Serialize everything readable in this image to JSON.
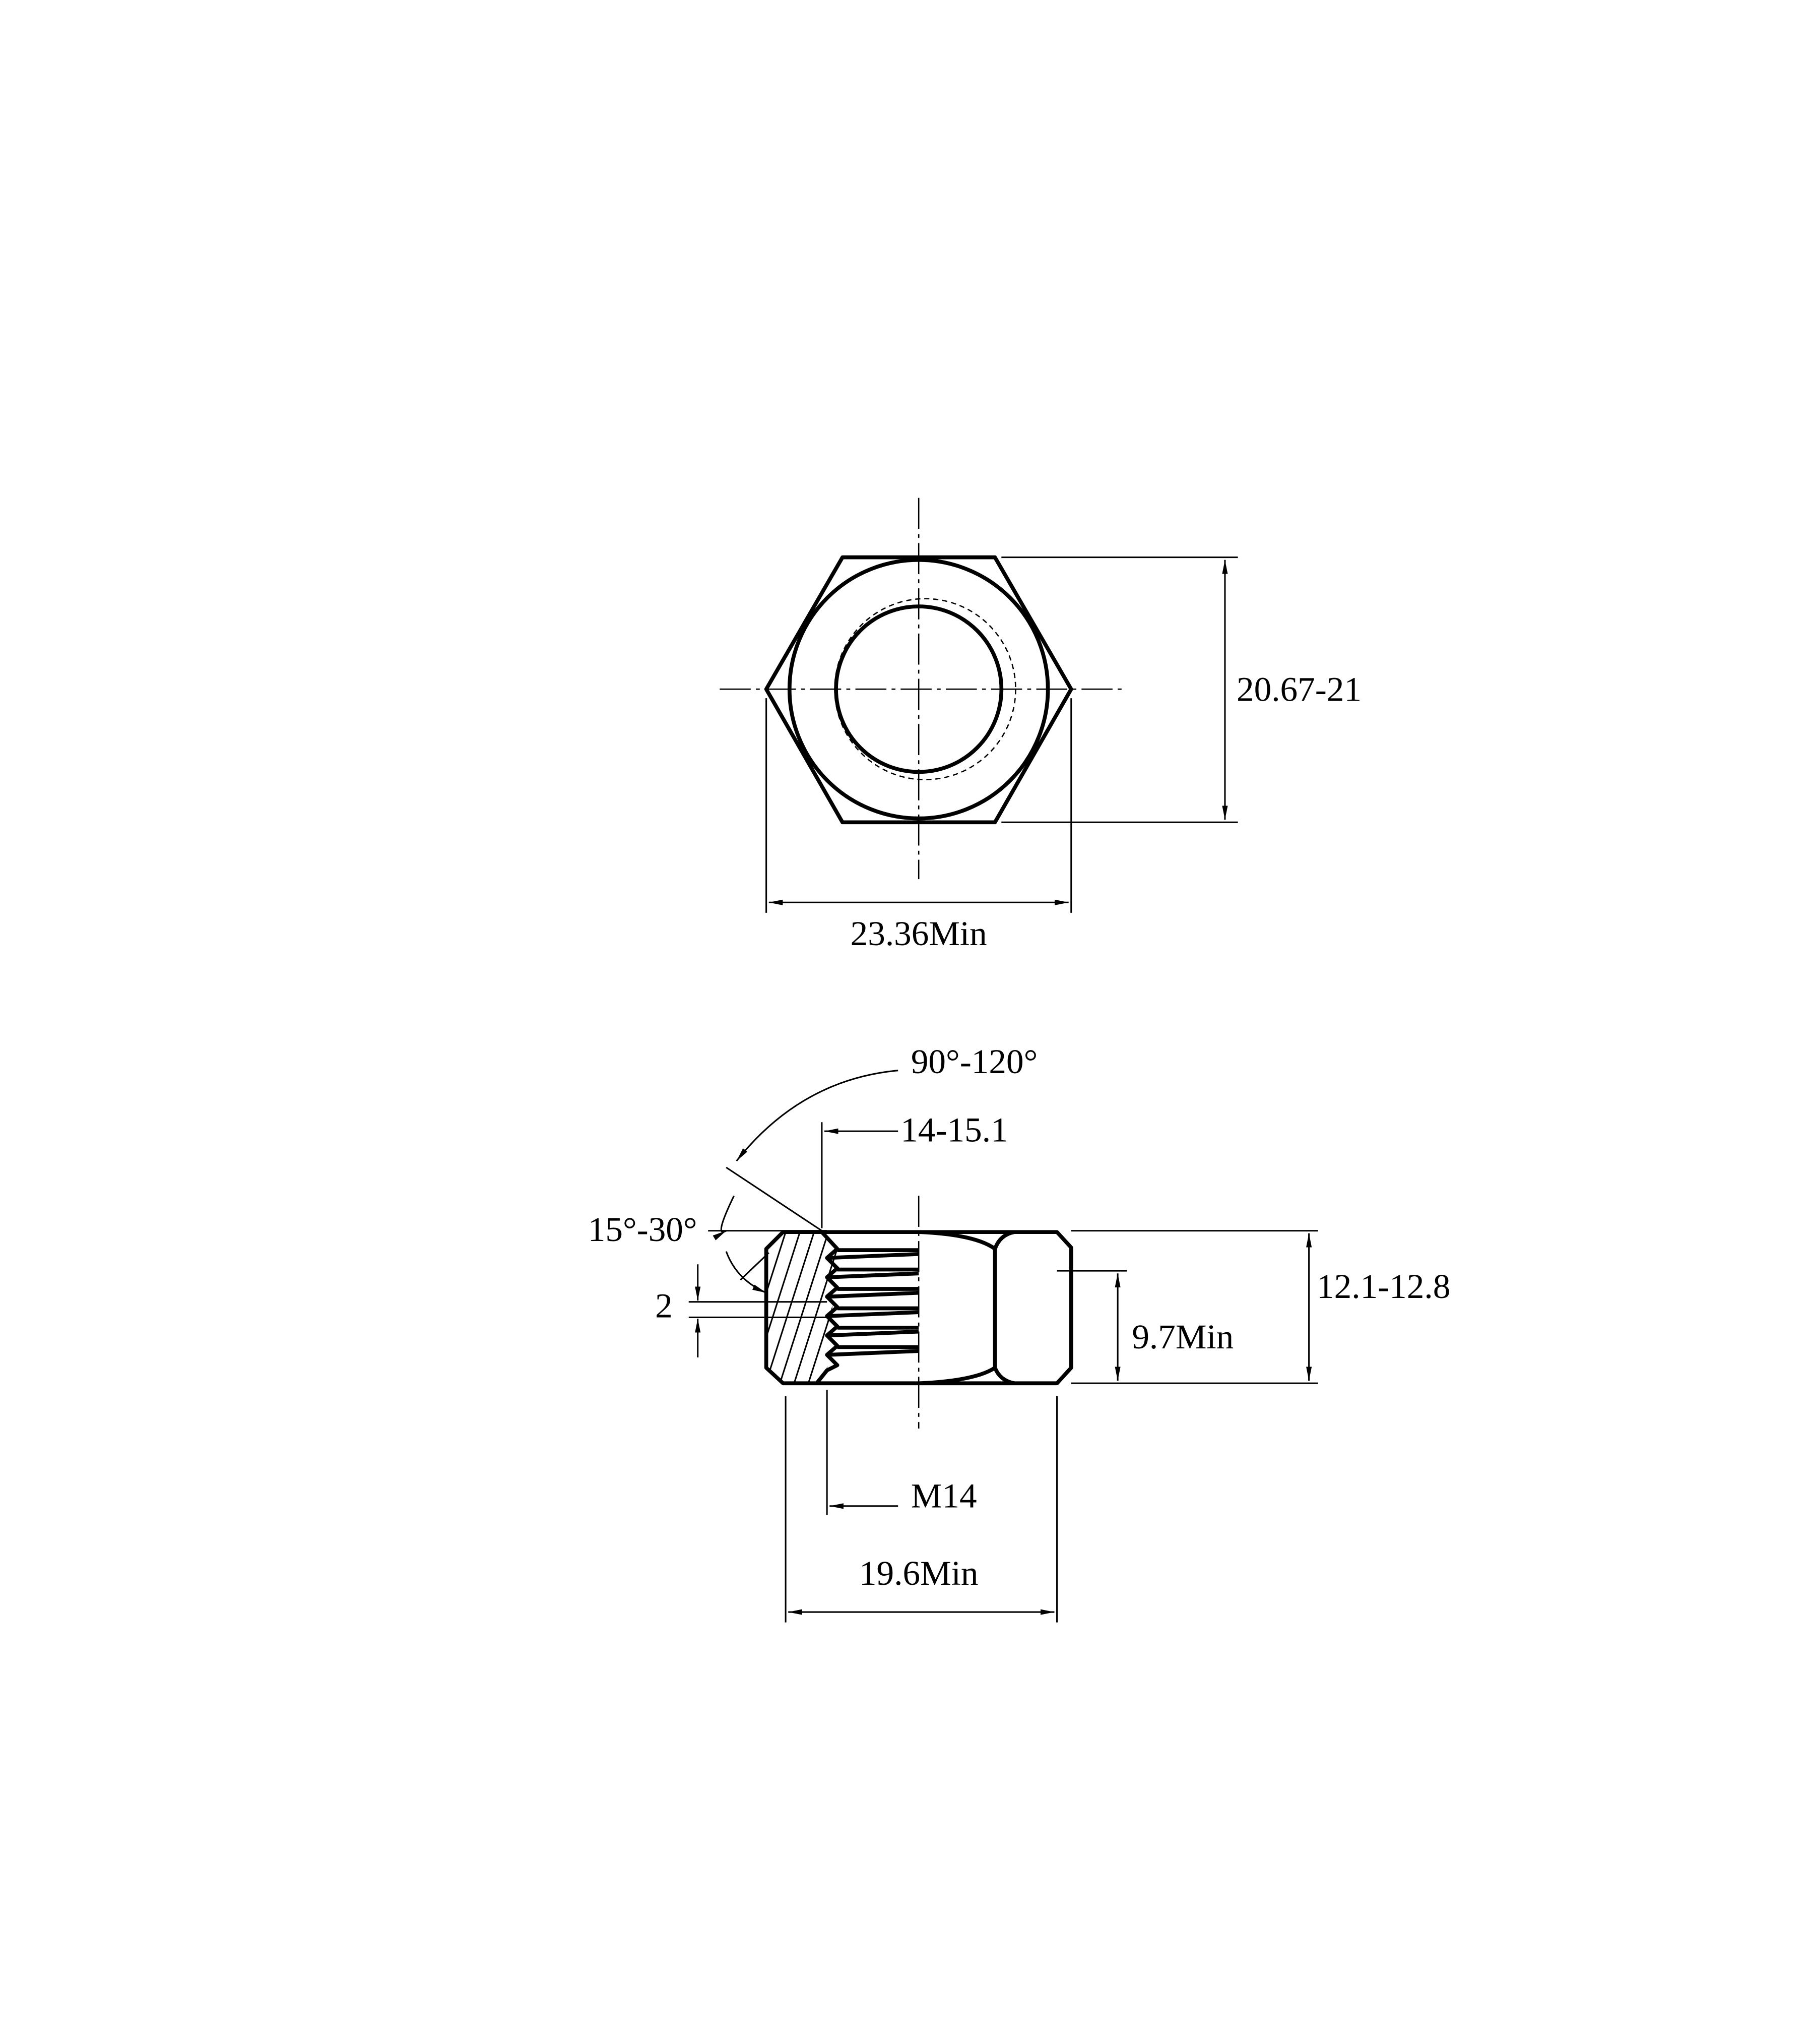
{
  "top_view": {
    "width_across_flats": "20.67-21",
    "width_across_corners": "23.36Min"
  },
  "side_view": {
    "countersink_angle": "90°-120°",
    "countersink_diameter": "14-15.1",
    "chamfer_angle": "15°-30°",
    "thread_pitch": "2",
    "height": "12.1-12.8",
    "wrenching_height": "9.7Min",
    "thread_size": "M14",
    "bearing_face_diameter": "19.6Min"
  }
}
